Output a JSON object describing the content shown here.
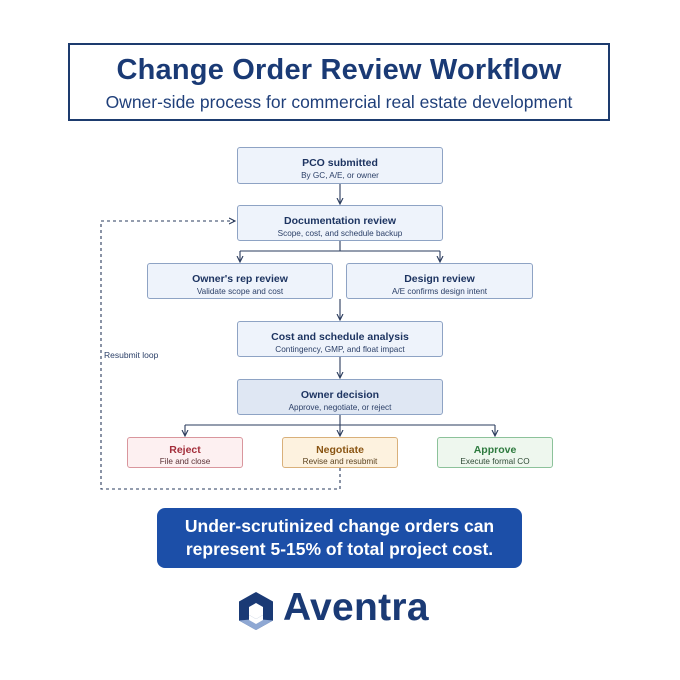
{
  "header": {
    "title": "Change Order Review Workflow",
    "subtitle": "Owner-side process for commercial real estate development"
  },
  "nodes": {
    "pco": {
      "title": "PCO submitted",
      "subtitle": "By GC, A/E, or owner"
    },
    "documentation": {
      "title": "Documentation review",
      "subtitle": "Scope, cost, and schedule backup"
    },
    "owners_rep": {
      "title": "Owner's rep review",
      "subtitle": "Validate scope and cost"
    },
    "design": {
      "title": "Design review",
      "subtitle": "A/E confirms design intent"
    },
    "cost_schedule": {
      "title": "Cost and schedule analysis",
      "subtitle": "Contingency, GMP, and float impact"
    },
    "decision": {
      "title": "Owner decision",
      "subtitle": "Approve, negotiate, or reject"
    },
    "reject": {
      "title": "Reject",
      "subtitle": "File and close"
    },
    "negotiate": {
      "title": "Negotiate",
      "subtitle": "Revise and resubmit"
    },
    "approve": {
      "title": "Approve",
      "subtitle": "Execute formal CO"
    }
  },
  "loop_label": "Resubmit loop",
  "callout": {
    "line1": "Under-scrutinized change orders can",
    "line2": "represent 5-15% of total project cost."
  },
  "brand": {
    "name": "Aventra",
    "icon": "hexagon-logo-icon"
  },
  "colors": {
    "navy": "#1a3a75",
    "callout_blue": "#1c4fa8",
    "node_fill": "#eef3fb",
    "node_border": "#8ea3c4",
    "reject": "#a32d3a",
    "negotiate": "#8a5513",
    "approve": "#2d7a3e"
  }
}
